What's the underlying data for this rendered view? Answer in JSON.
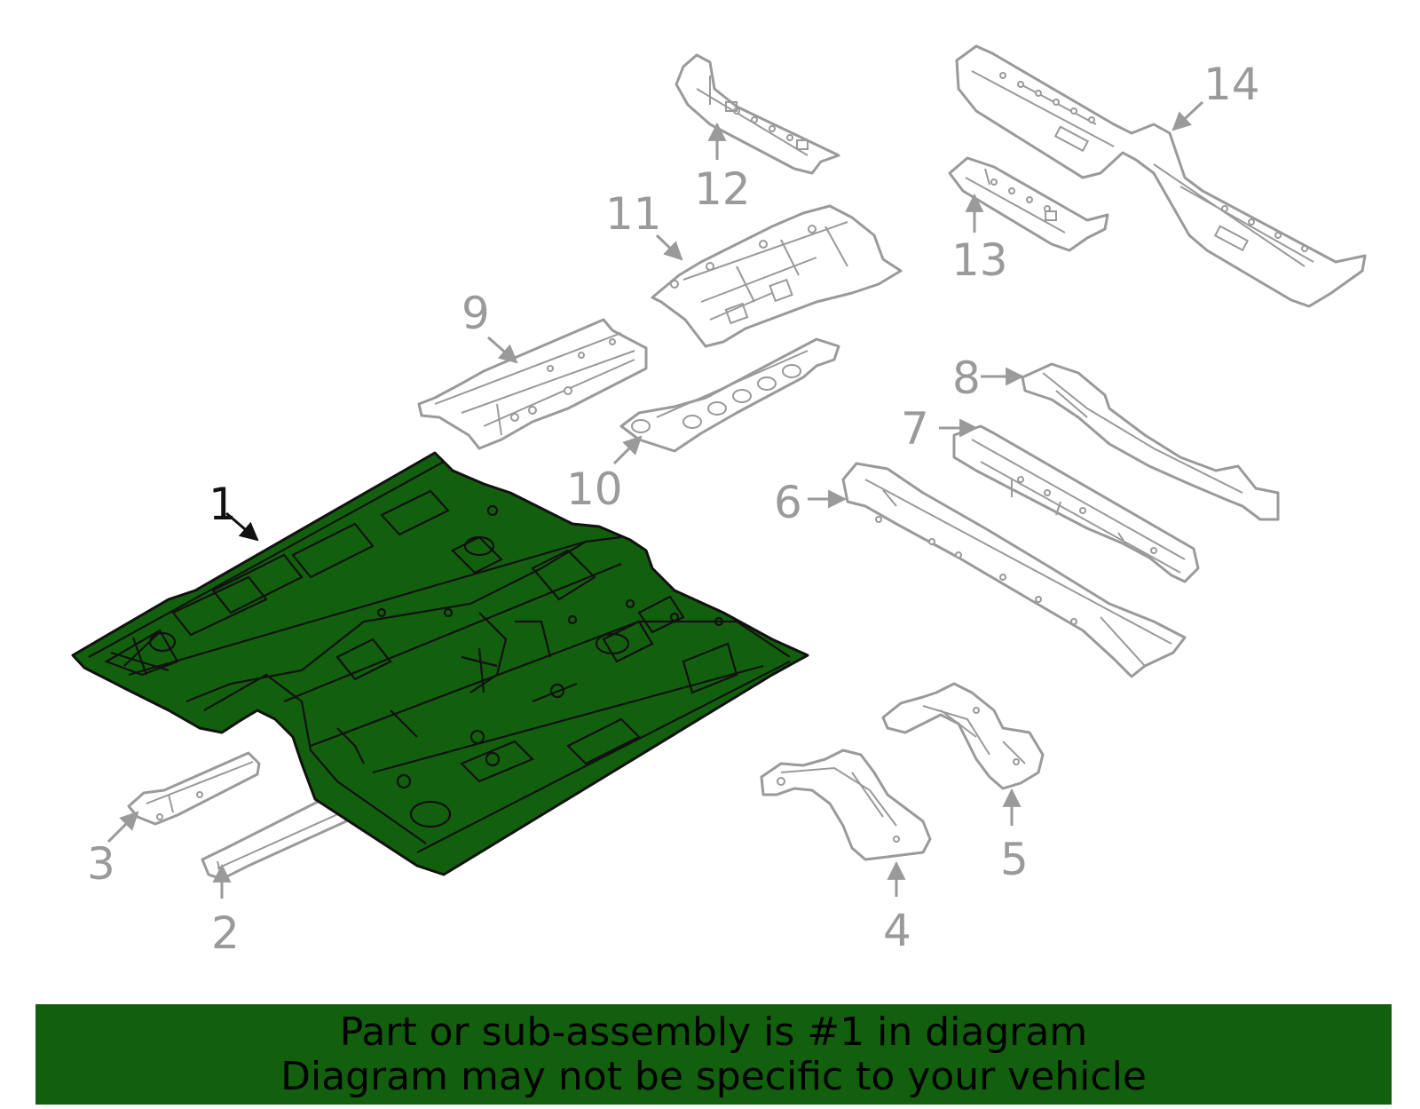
{
  "diagram": {
    "selected_part": "1",
    "callouts": [
      "1",
      "2",
      "3",
      "4",
      "5",
      "6",
      "7",
      "8",
      "9",
      "10",
      "11",
      "12",
      "13",
      "14"
    ],
    "colors": {
      "selected_fill": "#12600e",
      "part_stroke": "#9a9a9a",
      "selected_stroke": "#111111",
      "label_gray": "#9a9a9a"
    }
  },
  "banner": {
    "line1": "Part or sub-assembly is #1 in diagram",
    "line2": "Diagram may not be specific to your vehicle"
  }
}
